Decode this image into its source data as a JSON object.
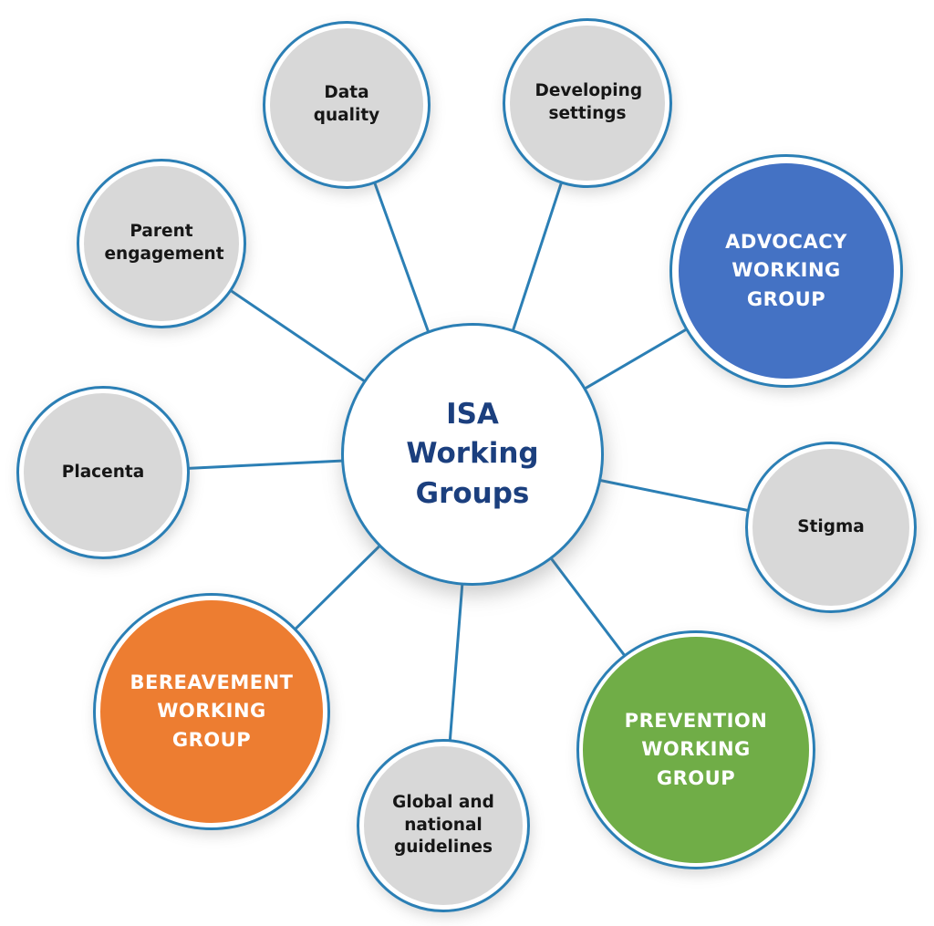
{
  "diagram": {
    "title": "ISA Working Groups",
    "type": "hub-and-spoke",
    "colors": {
      "connector_and_ring": "#2b7fb5",
      "hub_fill": "#ffffff",
      "hub_text": "#1b3f7e",
      "satellite_gray_fill": "#d8d8d8",
      "satellite_gray_text": "#161616",
      "advocacy_fill": "#4472c4",
      "prevention_fill": "#70ad47",
      "bereavement_fill": "#ed7d31",
      "working_group_text": "#ffffff",
      "background": "#ffffff"
    },
    "nodes": {
      "hub": {
        "label": "ISA Working Groups"
      },
      "data_quality": {
        "label": "Data quality"
      },
      "developing_settings": {
        "label": "Developing settings"
      },
      "advocacy": {
        "label": "ADVOCACY WORKING GROUP"
      },
      "stigma": {
        "label": "Stigma"
      },
      "prevention": {
        "label": "PREVENTION WORKING GROUP"
      },
      "guidelines": {
        "label": "Global and national guidelines"
      },
      "bereavement": {
        "label": "BEREAVEMENT WORKING GROUP"
      },
      "placenta": {
        "label": "Placenta"
      },
      "parent_engagement": {
        "label": "Parent engagement"
      }
    }
  }
}
